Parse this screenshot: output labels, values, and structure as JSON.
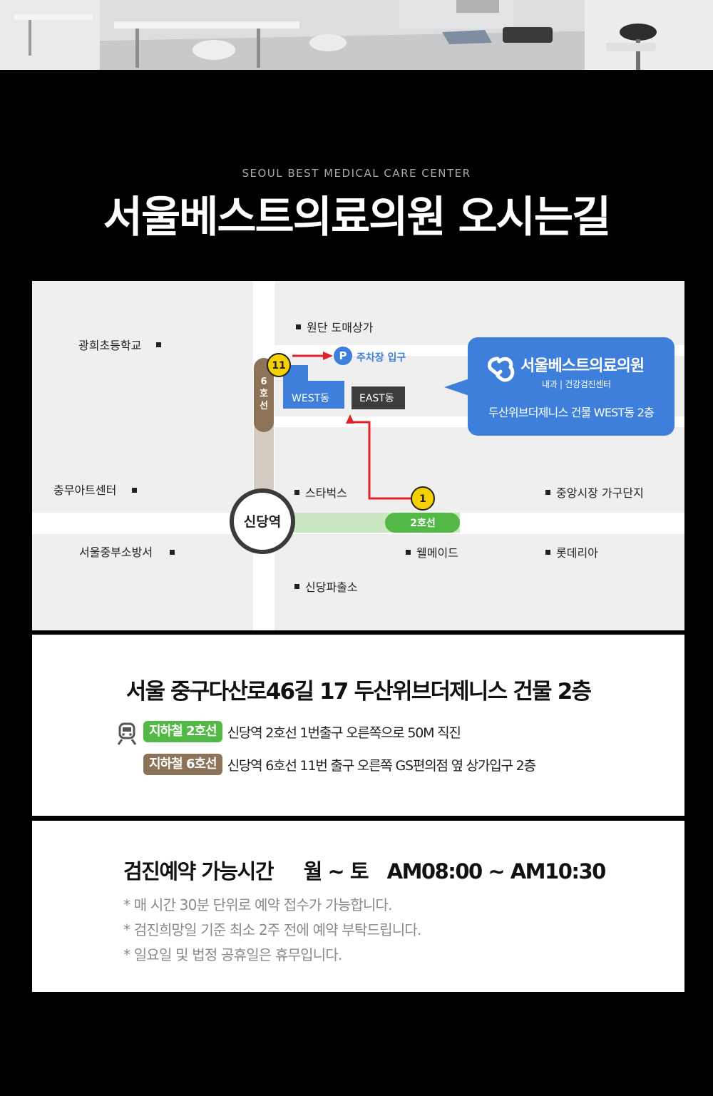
{
  "header": {
    "eyebrow": "SEOUL BEST MEDICAL CARE CENTER",
    "title": "서울베스트의료의원 오시는길"
  },
  "map": {
    "station": "신당역",
    "line6_label_chars": [
      "6",
      "호",
      "선"
    ],
    "line2_label": "2호선",
    "exit_11": "11",
    "exit_1": "1",
    "parking_mark": "P",
    "parking_label": "주차장 입구",
    "west_building": "WEST동",
    "east_building": "EAST동",
    "landmarks": {
      "wondan": "원단 도매상가",
      "gwanghui_school": "광희초등학교",
      "chungmu_art": "충무아트센터",
      "starbucks": "스타벅스",
      "jungang_market": "중앙시장 가구단지",
      "junbu_fire": "서울중부소방서",
      "wellmade": "웰메이드",
      "lotteria": "롯데리아",
      "police": "신당파출소"
    },
    "callout": {
      "name": "서울베스트의료의원",
      "subtitle": "내과 | 건강검진센터",
      "building": "두산위브더제니스 건물 WEST동 2층"
    },
    "colors": {
      "route": "#e0232a",
      "line2": "#52b946",
      "line6": "#8c7257",
      "callout": "#3d7fda",
      "parking": "#3d7fda"
    }
  },
  "address": {
    "title": "서울 중구다산로46길 17  두산위브더제니스 건물 2층",
    "routes": [
      {
        "badge": "지하철 2호선",
        "text": "신당역 2호선 1번출구 오른쪽으로 50M 직진"
      },
      {
        "badge": "지하철 6호선",
        "text": "신당역 6호선 11번 출구 오른쪽 GS편의점 옆 상가입구 2층"
      }
    ],
    "icon": "subway-icon"
  },
  "hours": {
    "label": "검진예약 가능시간",
    "days": "월 ~ 토",
    "time": "AM08:00 ~ AM10:30",
    "notes": [
      "* 매 시간 30분 단위로 예약 접수가 가능합니다.",
      "* 검진희망일 기준 최소 2주 전에 예약 부탁드립니다.",
      "* 일요일 및 법정 공휴일은 휴무입니다."
    ]
  }
}
